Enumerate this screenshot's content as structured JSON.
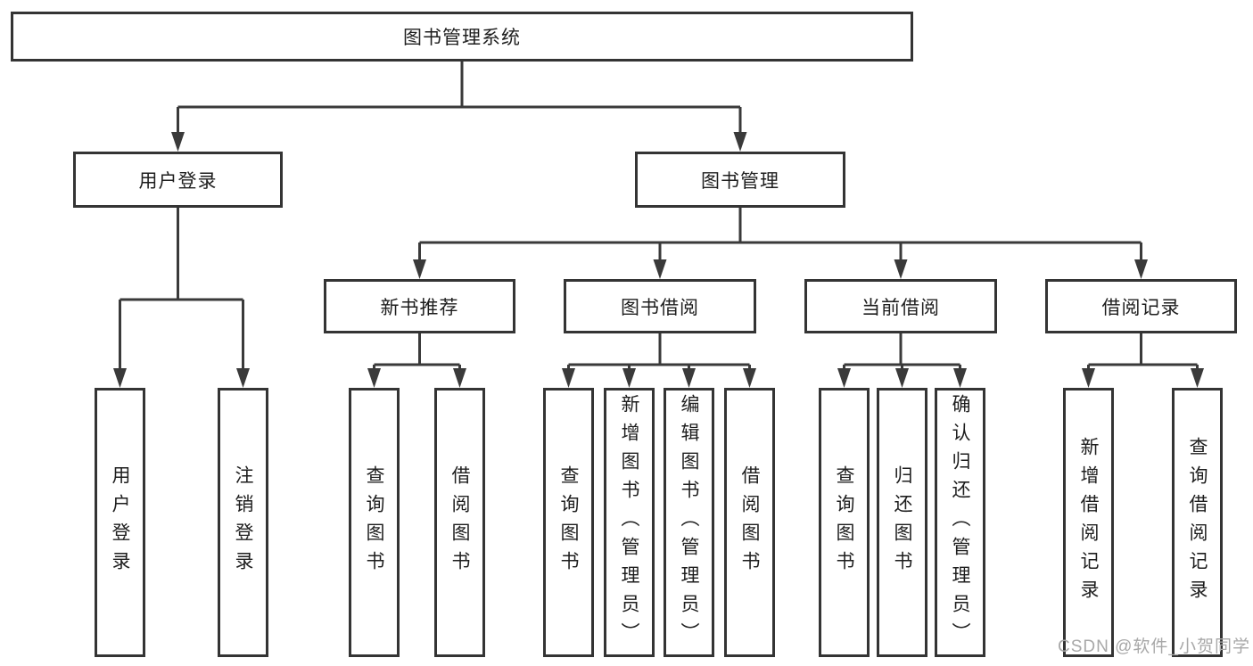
{
  "title": "图书管理系统",
  "level2": [
    {
      "label": "用户登录"
    },
    {
      "label": "图书管理"
    }
  ],
  "level3": [
    {
      "label": "新书推荐"
    },
    {
      "label": "图书借阅"
    },
    {
      "label": "当前借阅"
    },
    {
      "label": "借阅记录"
    }
  ],
  "leaves": [
    {
      "label": "用户登录"
    },
    {
      "label": "注销登录"
    },
    {
      "label": "查询图书"
    },
    {
      "label": "借阅图书"
    },
    {
      "label": "查询图书"
    },
    {
      "label": "新增图书（管理员）"
    },
    {
      "label": "编辑图书（管理员）"
    },
    {
      "label": "借阅图书"
    },
    {
      "label": "查询图书"
    },
    {
      "label": "归还图书"
    },
    {
      "label": "确认归还（管理员）"
    },
    {
      "label": "新增借阅记录"
    },
    {
      "label": "查询借阅记录"
    }
  ],
  "watermark": "CSDN @软件_小贺同学",
  "colors": {
    "line": "#3a3a3a",
    "box_border": "#343434",
    "text": "#1e1e1e",
    "watermark": "#a8a8a8",
    "background": "#ffffff"
  }
}
